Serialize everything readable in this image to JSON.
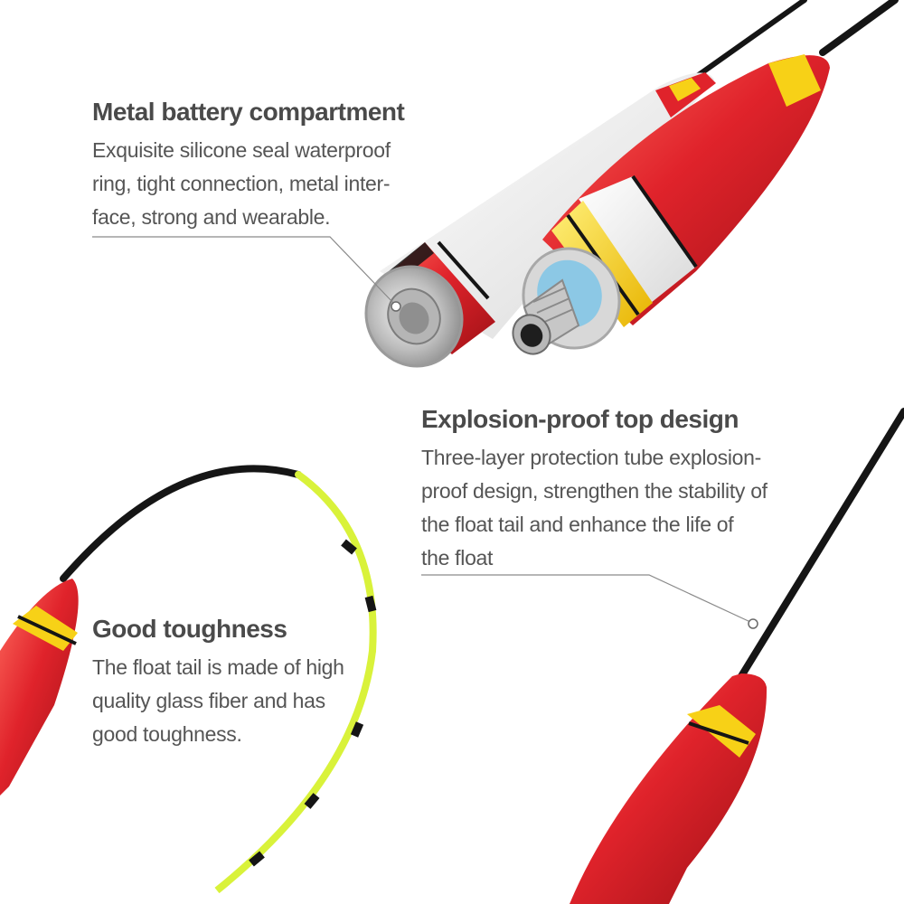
{
  "features": {
    "battery": {
      "title": "Metal battery compartment",
      "lines": [
        "Exquisite silicone seal waterproof",
        "ring, tight connection, metal inter-",
        "face, strong and wearable."
      ]
    },
    "explosion": {
      "title": "Explosion-proof top design",
      "lines": [
        "Three-layer protection tube explosion-",
        "proof design, strengthen the stability of",
        "the float tail and enhance the life of",
        "the float"
      ]
    },
    "toughness": {
      "title": "Good toughness",
      "lines": [
        "The float tail is made of high",
        "quality glass fiber and has",
        "good toughness."
      ]
    }
  },
  "colors": {
    "background": "#ffffff",
    "float_red": "#e0232b",
    "float_yellow": "#f7d117",
    "float_white": "#f4f4f4",
    "tail_black": "#151515",
    "tail_neon": "#d9f23a",
    "metal": "#c8c8c8",
    "heading_text": "#4a4a4a",
    "body_text": "#555555"
  }
}
